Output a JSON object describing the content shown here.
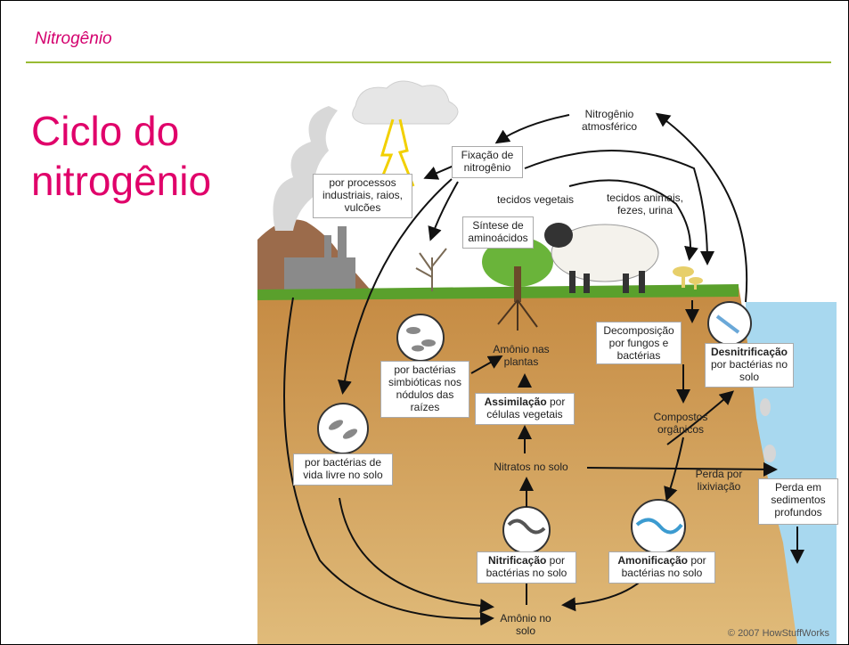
{
  "header": {
    "section_title": "Nitrogênio"
  },
  "main": {
    "title": "Ciclo do nitrogênio"
  },
  "diagram": {
    "nitrogen_atmospheric": "Nitrogênio\natmosférico",
    "fixation": "Fixação de\nnitrogênio",
    "industrial": "por processos\nindustriais, raios,\nvulcões",
    "plant_tissue": "tecidos vegetais",
    "animal_tissue": "tecidos animais,\nfezes, urina",
    "amino_synthesis": "Síntese de\naminoácidos",
    "symbiotic_bacteria": "por bactérias\nsimbióticas nos\nnódulos das\nraízes",
    "ammonium_plants": "Amônio nas\nplantas",
    "decomposition": "Decomposição\npor fungos e\nbactérias",
    "denitrification_bold": "Desnitrificação",
    "denitrification_rest": "por bactérias no\nsolo",
    "assimilation_bold": "Assimilação",
    "assimilation_rest": " por\ncélulas vegetais",
    "organic_compounds": "Compostos\norgânicos",
    "free_bacteria": "por bactérias de\nvida livre no solo",
    "soil_nitrates": "Nitratos no solo",
    "leaching": "Perda por\nlixiviação",
    "sediment_loss": "Perda em\nsedimentos\nprofundos",
    "nitrification_bold": "Nitrificação",
    "nitrification_rest": " por\nbactérias no solo",
    "ammonification_bold": "Amonificação",
    "ammonification_rest": " por\nbactérias no solo",
    "soil_ammonium": "Amônio no\nsolo",
    "copyright": "© 2007 HowStuffWorks"
  },
  "colors": {
    "title_magenta": "#e0006a",
    "rule_green": "#99bb33",
    "soil": "#c9924a",
    "grass": "#5aa02c",
    "water": "#a8d8ef"
  }
}
